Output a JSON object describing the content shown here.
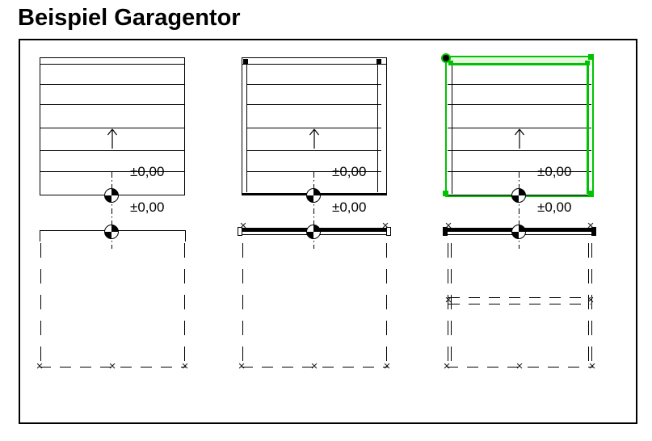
{
  "page": {
    "title": "Beispiel Garagentor"
  },
  "colors": {
    "line": "#000000",
    "selection_green": "#00c300",
    "selection_tint": "#e7f7df"
  },
  "icons": {
    "x_mark": "×",
    "arrow_up": "arrow-up",
    "datum_point": "level-datum-symbol"
  },
  "drawings": [
    {
      "id": "variant-1",
      "name": "garage-door-elevation-simple",
      "selected": false,
      "level_top": "±0,00",
      "level_bottom": "±0,00"
    },
    {
      "id": "variant-2",
      "name": "garage-door-elevation-with-frame-and-lintel",
      "selected": false,
      "level_top": "±0,00",
      "level_bottom": "±0,00"
    },
    {
      "id": "variant-3",
      "name": "garage-door-elevation-selected-green",
      "selected": true,
      "level_top": "±0,00",
      "level_bottom": "±0,00"
    }
  ]
}
